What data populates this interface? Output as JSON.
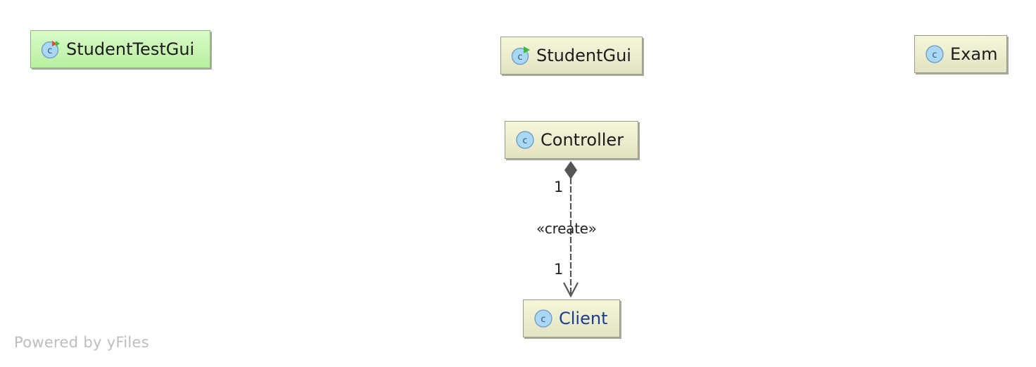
{
  "nodes": {
    "student_test_gui": {
      "label": "StudentTestGui",
      "icon": "test-class-icon"
    },
    "student_gui": {
      "label": "StudentGui",
      "icon": "runnable-class-icon"
    },
    "exam": {
      "label": "Exam",
      "icon": "class-icon"
    },
    "controller": {
      "label": "Controller",
      "icon": "class-icon"
    },
    "client": {
      "label": "Client",
      "icon": "class-icon"
    }
  },
  "edge": {
    "stereotype": "«create»",
    "source_multiplicity": "1",
    "target_multiplicity": "1",
    "source_end": "composition-diamond",
    "target_end": "open-arrow",
    "line_style": "dashed"
  },
  "footer": "Powered by yFiles",
  "colors": {
    "node_fill": "#e8e8c8",
    "test_node_fill": "#c3f2ad",
    "client_label": "#1d3b8f",
    "footer_text": "#bdbdbd"
  }
}
